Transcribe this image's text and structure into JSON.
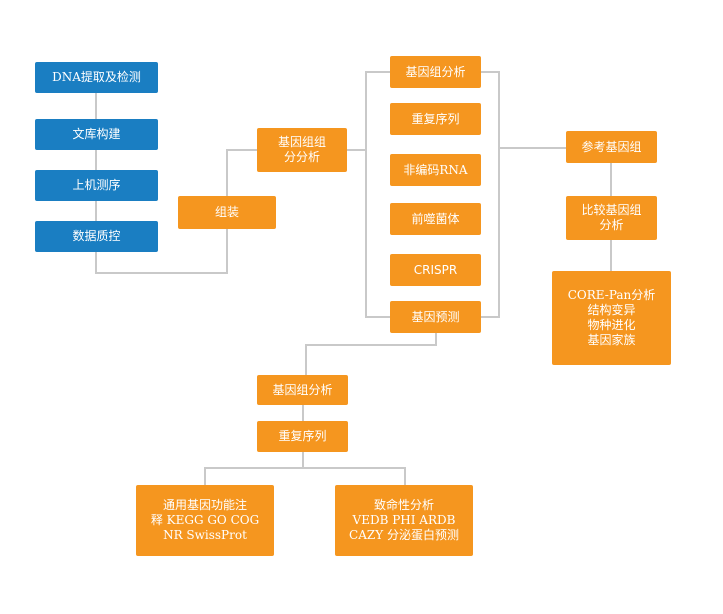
{
  "colors": {
    "blue": "#1a7ec2",
    "orange": "#f5961f",
    "connector": "#c9c9c9",
    "background": "#ffffff"
  },
  "prep_steps": [
    "DNA提取及检测",
    "文库构建",
    "上机测序",
    "数据质控"
  ],
  "assembly": "组装",
  "genome_component_analysis": [
    "基因组组",
    "分分析"
  ],
  "analysis_items": [
    "基因组分析",
    "重复序列",
    "非编码RNA",
    "前噬菌体",
    "CRISPR",
    "基因预测"
  ],
  "comparative": {
    "reference": "参考基因组",
    "compare": [
      "比较基因组",
      "分析"
    ],
    "details": [
      "CORE-Pan分析",
      "结构变异",
      "物种进化",
      "基因家族"
    ]
  },
  "annotation": {
    "genome_analysis": "基因组分析",
    "repeat_seq": "重复序列",
    "general": [
      "通用基因功能注",
      "释 KEGG GO COG",
      "NR SwissProt"
    ],
    "pathogenicity": [
      "致命性分析",
      "VEDB PHI ARDB",
      "CAZY 分泌蛋白预测"
    ]
  }
}
